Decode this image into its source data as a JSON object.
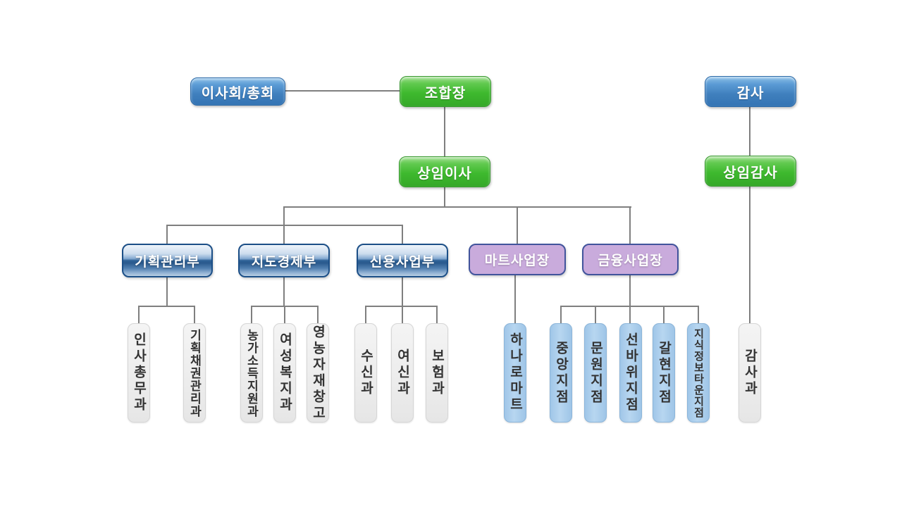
{
  "nodes": {
    "board": {
      "label": "이사회/총회"
    },
    "president": {
      "label": "조합장"
    },
    "auditor": {
      "label": "감사"
    },
    "executive_director": {
      "label": "상임이사"
    },
    "executive_auditor": {
      "label": "상임감사"
    },
    "departments": [
      {
        "label": "기획관리부",
        "style": "blue-glass"
      },
      {
        "label": "지도경제부",
        "style": "blue-glass"
      },
      {
        "label": "신용사업부",
        "style": "blue-glass"
      },
      {
        "label": "마트사업장",
        "style": "purple"
      },
      {
        "label": "금융사업장",
        "style": "purple"
      }
    ],
    "units": [
      {
        "label": "인사총무과",
        "style": "gray",
        "parent": "기획관리부"
      },
      {
        "label": "기획채권관리과",
        "style": "gray",
        "parent": "기획관리부"
      },
      {
        "label": "농가소득지원과",
        "style": "gray",
        "parent": "지도경제부"
      },
      {
        "label": "여성복지과",
        "style": "gray",
        "parent": "지도경제부"
      },
      {
        "label": "영농자재창고",
        "style": "gray",
        "parent": "지도경제부"
      },
      {
        "label": "수신과",
        "style": "gray",
        "parent": "신용사업부"
      },
      {
        "label": "여신과",
        "style": "gray",
        "parent": "신용사업부"
      },
      {
        "label": "보험과",
        "style": "gray",
        "parent": "신용사업부"
      },
      {
        "label": "하나로마트",
        "style": "blue",
        "parent": "마트사업장"
      },
      {
        "label": "중앙지점",
        "style": "blue",
        "parent": "금융사업장"
      },
      {
        "label": "문원지점",
        "style": "blue",
        "parent": "금융사업장"
      },
      {
        "label": "선바위지점",
        "style": "blue",
        "parent": "금융사업장"
      },
      {
        "label": "갈현지점",
        "style": "blue",
        "parent": "금융사업장"
      },
      {
        "label": "지식정보타운지점",
        "style": "blue",
        "parent": "금융사업장"
      },
      {
        "label": "감사과",
        "style": "gray",
        "parent": "상임감사"
      }
    ]
  },
  "colors": {
    "connector": "#7f7f7f",
    "blue_box": "#3f7fbd",
    "green_box": "#3eb92e",
    "glass_box_border": "#1c4f87",
    "purple_box": "#c9abdc",
    "purple_border": "#41549c",
    "leaf_blue": "#a9cdec",
    "leaf_gray": "#eeeeee"
  }
}
